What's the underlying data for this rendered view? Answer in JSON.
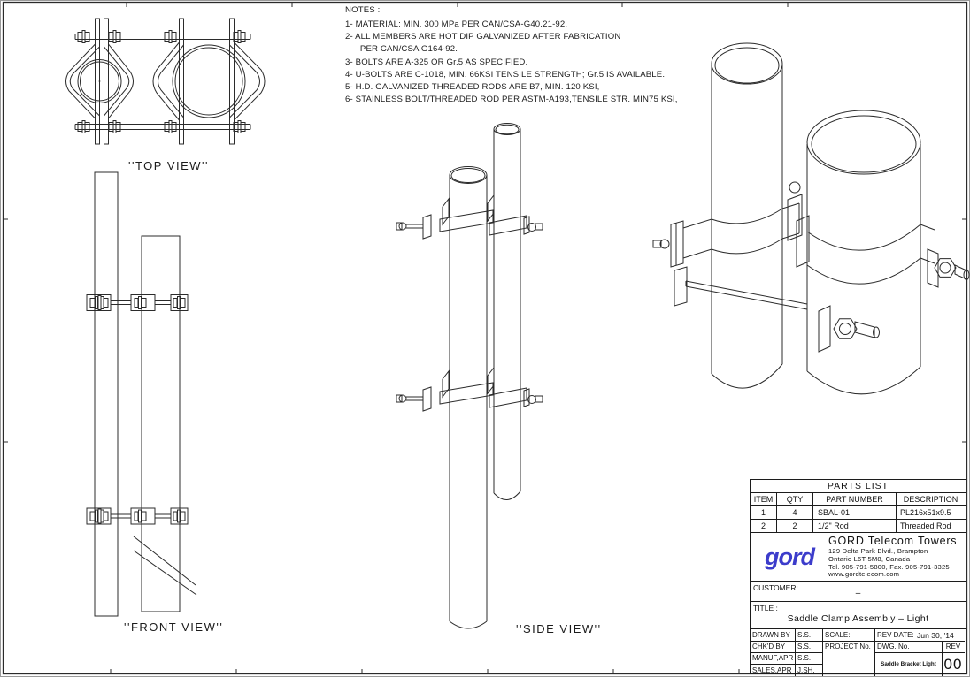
{
  "notes": {
    "heading": "NOTES :",
    "items": [
      "1- MATERIAL: MIN. 300 MPa PER CAN/CSA-G40.21-92.",
      "2- ALL MEMBERS ARE HOT DIP GALVANIZED AFTER FABRICATION",
      "      PER CAN/CSA G164-92.",
      "3- BOLTS ARE A-325 OR Gr.5 AS SPECIFIED.",
      "4- U-BOLTS ARE C-1018, MIN. 66KSI TENSILE STRENGTH; Gr.5 IS AVAILABLE.",
      "5- H.D. GALVANIZED THREADED RODS ARE B7, MIN. 120 KSI,",
      "6- STAINLESS BOLT/THREADED ROD PER ASTM-A193,TENSILE STR. MIN75 KSI,"
    ]
  },
  "views": {
    "top": "''TOP VIEW''",
    "front": "''FRONT VIEW''",
    "side": "''SIDE VIEW''"
  },
  "parts_list": {
    "title": "PARTS LIST",
    "headers": [
      "ITEM",
      "QTY",
      "PART NUMBER",
      "DESCRIPTION"
    ],
    "rows": [
      [
        "1",
        "4",
        "SBAL-01",
        "PL216x51x9.5"
      ],
      [
        "2",
        "2",
        "1/2\" Rod",
        "Threaded Rod"
      ]
    ]
  },
  "company": {
    "logo_text": "gord",
    "logo_color": "#3c3ccb",
    "name": "GORD Telecom Towers",
    "address_line1": "129 Delta Park Blvd., Brampton",
    "address_line2": "Ontario L6T 5M8, Canada",
    "phone_fax": "Tel. 905-791-5800, Fax. 905-791-3325",
    "website": "www.gordtelecom.com"
  },
  "title_block": {
    "customer_label": "CUSTOMER:",
    "customer_value": "–",
    "title_label": "TITLE :",
    "title_value": "Saddle Clamp Assembly – Light",
    "drawn_by_label": "DRAWN BY",
    "drawn_by_value": "S.S.",
    "chkd_by_label": "CHK'D BY",
    "chkd_by_value": "S.S.",
    "manuf_apr_label": "MANUF,APR",
    "manuf_apr_value": "S.S.",
    "sales_apr_label": "SALES.APR",
    "sales_apr_value": "J.SH.",
    "scale_label": "SCALE:",
    "project_no_label": "PROJECT No.",
    "rev_date_label": "REV DATE:",
    "rev_date_value": "Jun 30, '14",
    "dwg_no_label": "DWG. No.",
    "rev_label": "REV",
    "dwg_name": "Saddle Bracket Light",
    "rev_value": "00"
  },
  "colors": {
    "line": "#2b2b2b",
    "logo": "#3c3ccb"
  }
}
